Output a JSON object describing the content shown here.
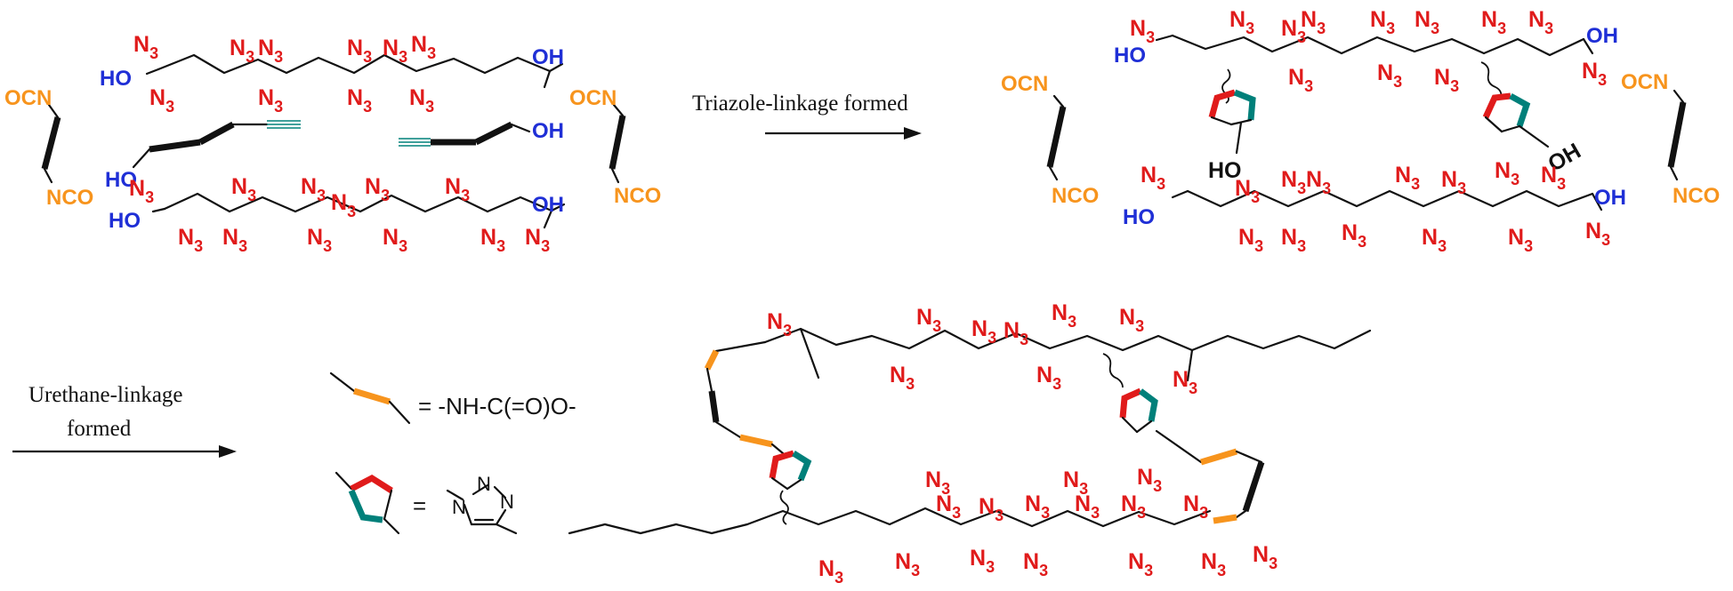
{
  "labels": {
    "azide": "N",
    "azide_sub": "3",
    "hydroxyl_left": "HO",
    "hydroxyl_right": "OH",
    "isocyanate_left": "OCN",
    "isocyanate_right": "NCO"
  },
  "arrows": {
    "step1": "Triazole-linkage formed",
    "step2_line1": "Urethane-linkage",
    "step2_line2": "formed"
  },
  "legend": {
    "urethane_formula": "= -NH-C(=O)O-",
    "triazole_equals": "=",
    "triazole_atom": "N"
  },
  "colors": {
    "azide": "#e01b1b",
    "hydroxyl": "#1f2fd6",
    "isocyanate": "#f7941d",
    "alkyne": "#00807a",
    "triazole_red": "#e01b1b",
    "triazole_teal": "#00807a"
  }
}
